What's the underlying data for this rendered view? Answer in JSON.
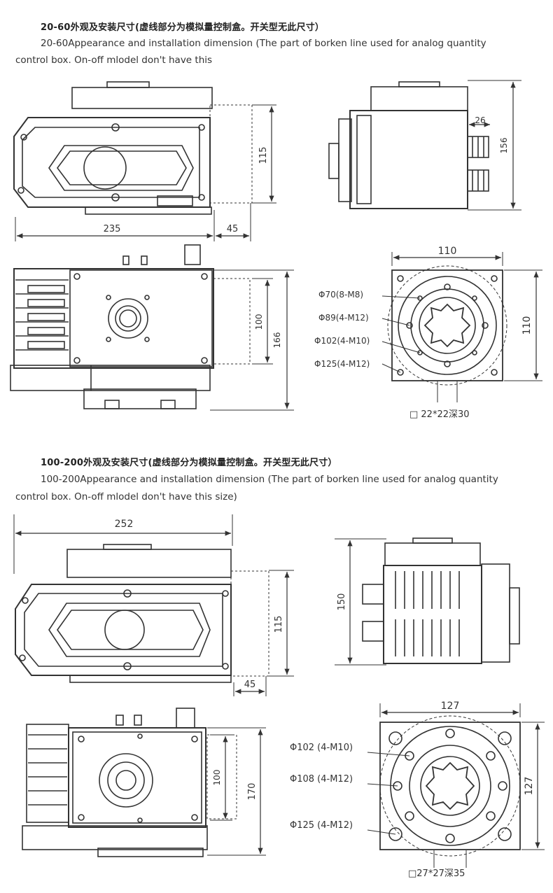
{
  "section1": {
    "title_cn": "20-60外观及安装尺寸(虚线部分为模拟量控制盒。开关型无此尺寸）",
    "desc_line1": "20-60Appearance and installation dimension (The  part of borken line used for analog quantity",
    "desc_line2": "control box. On-off mlodel don't have this",
    "dims": {
      "width": "235",
      "offset": "45",
      "height_front": "115",
      "height_side": "156",
      "gland": "26",
      "height_top_inner": "100",
      "height_top": "166",
      "flange_w": "110",
      "flange_h": "110"
    },
    "flange_labels": [
      "Φ70(8-M8)",
      "Φ89(4-M12)",
      "Φ102(4-M10)",
      "Φ125(4-M12)"
    ],
    "square_drive": "□ 22*22深30"
  },
  "section2": {
    "title_cn": "100-200外观及安装尺寸(虚线部分为模拟量控制盒。开关型无此尺寸）",
    "desc_line1": "100-200Appearance and installation dimension (The  part of borken line used for analog quantity",
    "desc_line2": "control box. On-off mlodel don't have this size)",
    "dims": {
      "width": "252",
      "offset": "45",
      "height_front": "115",
      "height_side": "150",
      "height_top_inner": "100",
      "height_top": "170",
      "flange_w": "127",
      "flange_h": "127"
    },
    "flange_labels": [
      "Φ102 (4-M10)",
      "Φ108 (4-M12)",
      "Φ125 (4-M12)"
    ],
    "square_drive": "□27*27深35"
  }
}
